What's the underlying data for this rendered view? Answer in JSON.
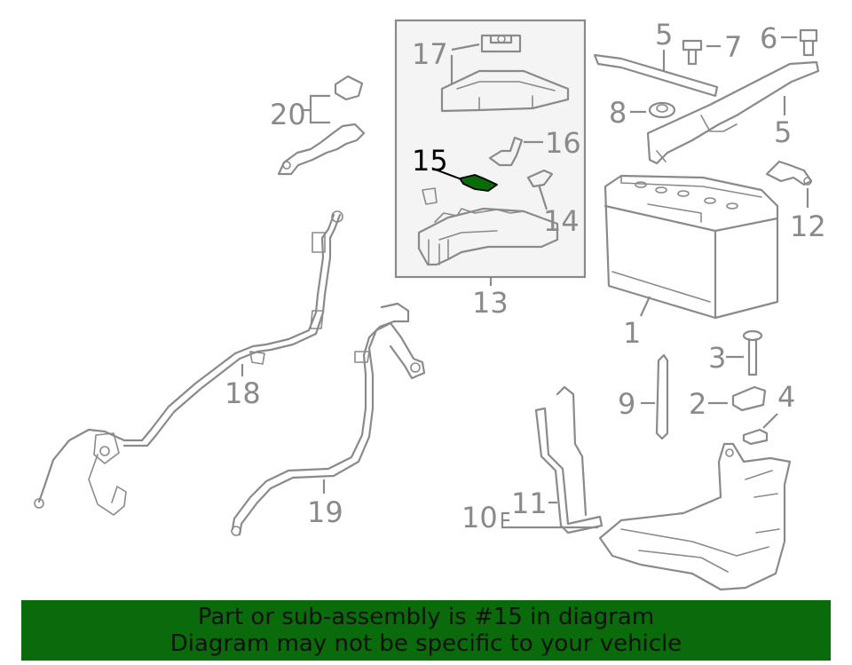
{
  "diagram": {
    "labels": {
      "p1": "1",
      "p2": "2",
      "p3": "3",
      "p4": "4",
      "p5a": "5",
      "p5b": "5",
      "p6": "6",
      "p7": "7",
      "p8": "8",
      "p9": "9",
      "p10": "10",
      "p11": "11",
      "p12": "12",
      "p13": "13",
      "p14": "14",
      "p15": "15",
      "p16": "16",
      "p17": "17",
      "p18": "18",
      "p19": "19",
      "p20": "20"
    },
    "highlighted_part": "15",
    "highlight_color": "#0a6b0a",
    "line_color": "#8a8a8a"
  },
  "banner": {
    "line1": "Part or sub-assembly is #15 in diagram",
    "line2": "Diagram may not be specific to your vehicle",
    "background": "#0a6b0a"
  }
}
